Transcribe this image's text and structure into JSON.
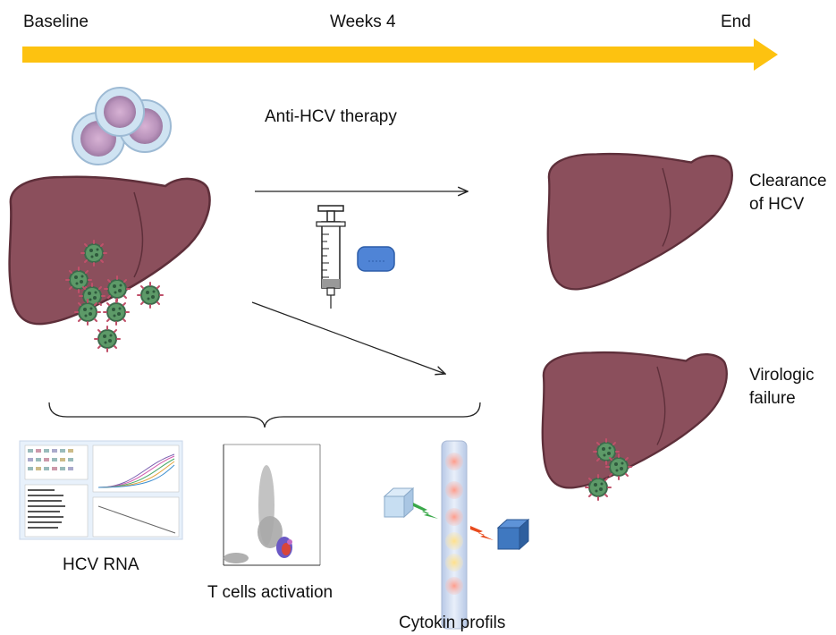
{
  "timeline": {
    "start": "Baseline",
    "middle": "Weeks 4",
    "end": "End"
  },
  "therapy": {
    "label": "Anti-HCV therapy"
  },
  "outcomes": {
    "clearance": "Clearance\nof HCV",
    "failure": "Virologic\nfailure"
  },
  "assays": {
    "rna": "HCV RNA",
    "tcell": "T cells activation",
    "cytokine": "Cytokin profils"
  },
  "colors": {
    "timeline_arrow": "#fdc210",
    "liver": "#8b4f5c",
    "liver_dark": "#5e2f3a",
    "virus": "#4e8a5a",
    "virus_spike": "#c0506a",
    "pill": "#4f84d6",
    "cell": "#c8a4c8",
    "cytokine_box_light": "#c7def2",
    "cytokine_box_dark": "#3f78c0"
  },
  "icons": [
    "liver-icon",
    "virus-icon",
    "immune-cell-icon",
    "syringe-icon",
    "pill-icon",
    "cytokine-cube-icon"
  ]
}
